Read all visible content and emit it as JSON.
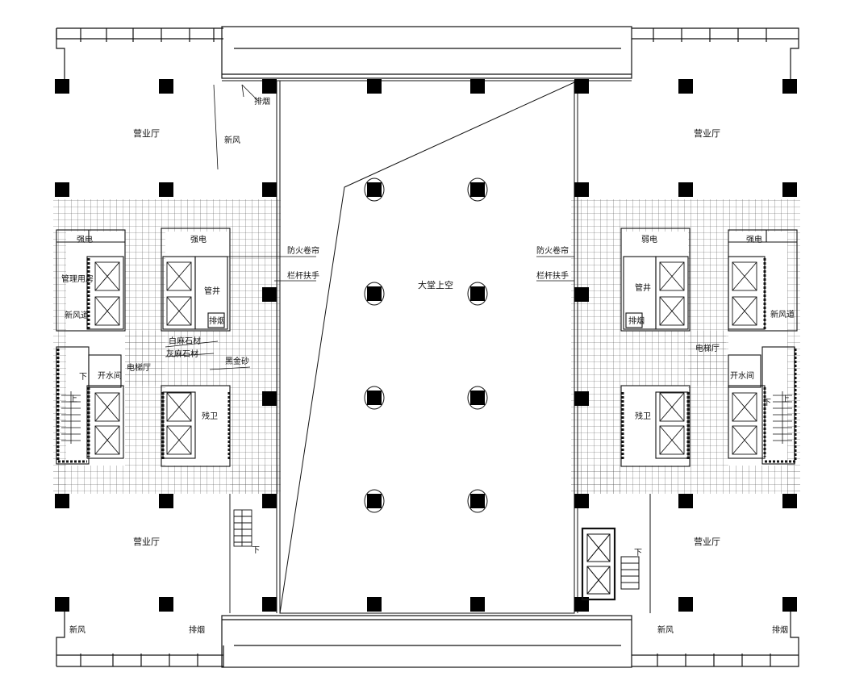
{
  "labels": {
    "lobby_void": "大堂上空",
    "business_hall_nw": "营业厅",
    "business_hall_ne": "营业厅",
    "business_hall_sw": "营业厅",
    "business_hall_se": "营业厅",
    "smoke_exhaust_top": "排烟",
    "fresh_air_top": "新风",
    "smoke_exhaust_bl": "排烟",
    "fresh_air_bl": "新风",
    "smoke_exhaust_br": "排烟",
    "fresh_air_br": "新风",
    "strong_elec_l1": "强电",
    "strong_elec_l2": "强电",
    "weak_elec_r": "弱电",
    "strong_elec_r": "强电",
    "mgmt_room": "管理用房",
    "fresh_air_shaft_l": "新风道",
    "fresh_air_shaft_r": "新风道",
    "pipe_shaft_l": "管井",
    "pipe_shaft_r": "管井",
    "smoke_shaft_l": "排烟",
    "smoke_shaft_r": "排烟",
    "fire_shutter_l": "防火卷帘",
    "fire_shutter_r": "防火卷帘",
    "railing_l": "栏杆扶手",
    "railing_r": "栏杆扶手",
    "white_marble": "白麻石材",
    "grey_marble": "灰麻石材",
    "black_granite": "黑金砂",
    "elevator_hall_l": "电梯厅",
    "elevator_hall_r": "电梯厅",
    "water_room_l": "开水间",
    "water_room_r": "开水间",
    "wc_l": "残卫",
    "wc_r": "残卫",
    "up_l": "上",
    "down_l": "下",
    "up_r": "上",
    "down_r": "下",
    "down_stair_bl": "下",
    "down_stair_br": "下"
  },
  "colors": {
    "line": "#111111",
    "column": "#000000",
    "grid": "#555555"
  }
}
